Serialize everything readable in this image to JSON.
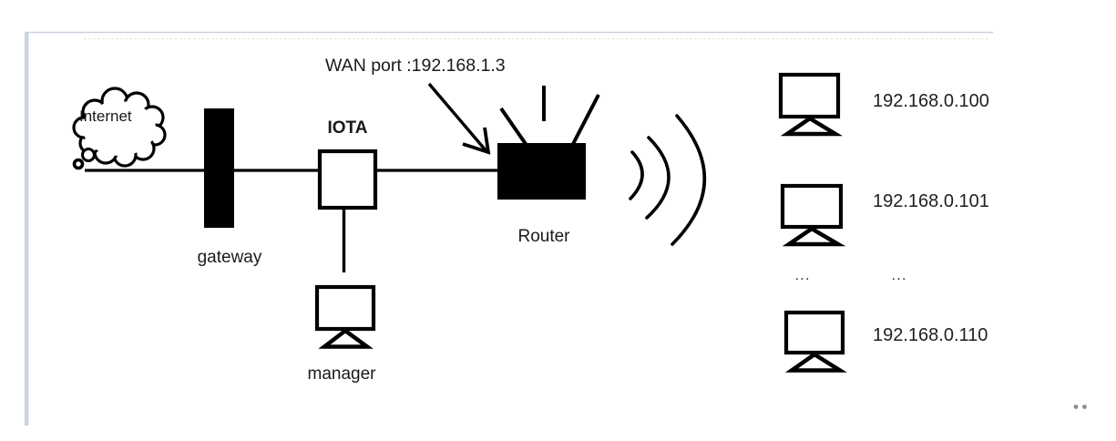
{
  "diagram": {
    "internet_label": "Internet",
    "gateway_label": "gateway",
    "iota_label": "IOTA",
    "manager_label": "manager",
    "router_label": "Router",
    "wan_annotation": "WAN port :192.168.1.3"
  },
  "hosts": [
    {
      "ip": "192.168.0.100"
    },
    {
      "ip": "192.168.0.101"
    },
    {
      "ip": "192.168.0.110"
    }
  ],
  "ellipsis": {
    "host_column": "...",
    "ip_column": "..."
  },
  "icons": {
    "internet-cloud-icon": "thought-bubble cloud outline with two tail bubbles",
    "gateway-icon": "solid black vertical bar on network line",
    "iota-device-icon": "outlined white square on network line",
    "router-icon": "solid black box with three antennas",
    "wifi-waves-icon": "three concentric right-opening arcs",
    "computer-icon": "monitor outline with triangle stand",
    "more-dots-icon": "two small gray dots"
  },
  "colors": {
    "line_art": "#000000",
    "panel_border": "#ccd4e2",
    "handle_dots": "#8e8e8e",
    "text": "#1a1a1a"
  }
}
